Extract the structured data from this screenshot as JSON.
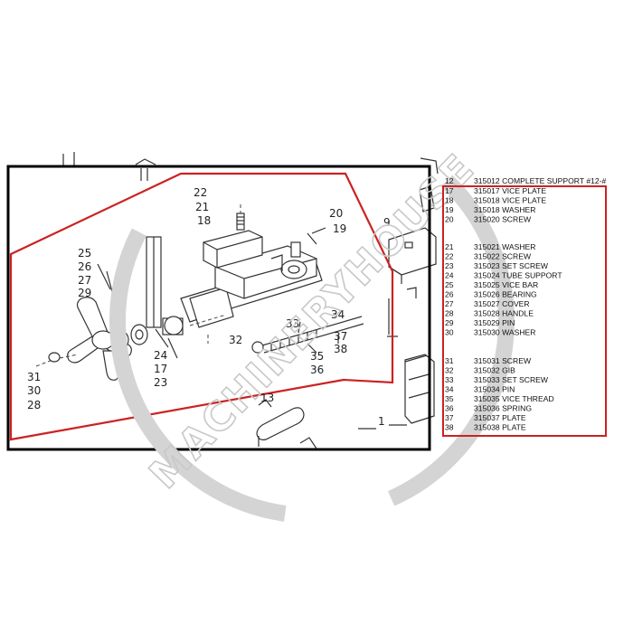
{
  "watermark": {
    "text": "MACHINERYHOUSE",
    "color": "#c8c8c8"
  },
  "colors": {
    "highlight": "#cc2222",
    "frame": "#000000",
    "ink": "#333333"
  },
  "callouts": {
    "c25": "25",
    "c26": "26",
    "c27": "27",
    "c29": "29",
    "c31": "31",
    "c30": "30",
    "c28": "28",
    "c22": "22",
    "c21": "21",
    "c18": "18",
    "c20": "20",
    "c19": "19",
    "c24": "24",
    "c17": "17",
    "c23": "23",
    "c32": "32",
    "c33": "33",
    "c34": "34",
    "c37": "37",
    "c38": "38",
    "c35": "35",
    "c36": "36",
    "c13": "13",
    "c1": "1",
    "c9": "9"
  },
  "parts_list": {
    "header": {
      "num": "12",
      "desc": "315012 COMPLETE SUPPORT #12-#"
    },
    "group1": [
      {
        "num": "17",
        "desc": "315017 VICE PLATE"
      },
      {
        "num": "18",
        "desc": "315018 VICE PLATE"
      },
      {
        "num": "19",
        "desc": "315018 WASHER"
      },
      {
        "num": "20",
        "desc": "315020 SCREW"
      }
    ],
    "group2": [
      {
        "num": "21",
        "desc": "315021 WASHER"
      },
      {
        "num": "22",
        "desc": "315022 SCREW"
      },
      {
        "num": "23",
        "desc": "315023 SET SCREW"
      },
      {
        "num": "24",
        "desc": "315024 TUBE SUPPORT"
      },
      {
        "num": "25",
        "desc": "315025 VICE BAR"
      },
      {
        "num": "26",
        "desc": "315026 BEARING"
      },
      {
        "num": "27",
        "desc": "315027 COVER"
      },
      {
        "num": "28",
        "desc": "315028 HANDLE"
      },
      {
        "num": "29",
        "desc": "315029 PIN"
      },
      {
        "num": "30",
        "desc": "315030 WASHER"
      }
    ],
    "group3": [
      {
        "num": "31",
        "desc": "315031 SCREW"
      },
      {
        "num": "32",
        "desc": "315032 GIB"
      },
      {
        "num": "33",
        "desc": "315033 SET SCREW"
      },
      {
        "num": "34",
        "desc": "315034 PIN"
      },
      {
        "num": "35",
        "desc": "315035 VICE THREAD"
      },
      {
        "num": "36",
        "desc": "315036 SPRING"
      },
      {
        "num": "37",
        "desc": "315037 PLATE"
      },
      {
        "num": "38",
        "desc": "315038 PLATE"
      }
    ]
  }
}
